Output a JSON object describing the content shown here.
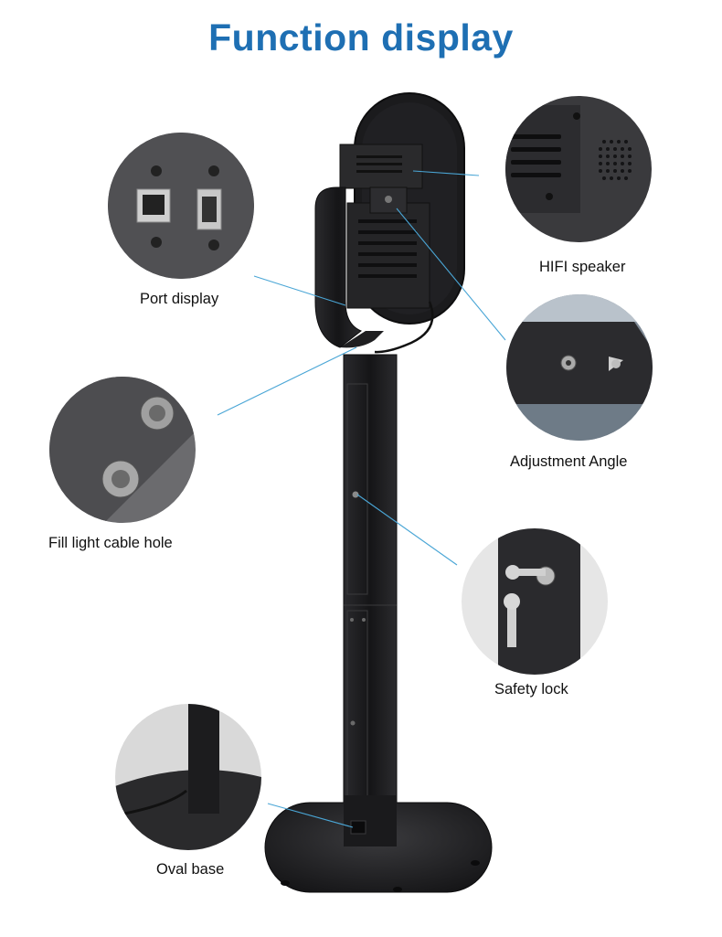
{
  "page": {
    "title": "Function display"
  },
  "callouts": {
    "port": "Port display",
    "speaker": "HIFI speaker",
    "angle": "Adjustment Angle",
    "cable": "Fill light cable hole",
    "lock": "Safety lock",
    "base": "Oval base"
  },
  "colors": {
    "title": "#1e6fb3",
    "leader_line": "#4aa6d6",
    "stand": "#1c1c1e"
  }
}
